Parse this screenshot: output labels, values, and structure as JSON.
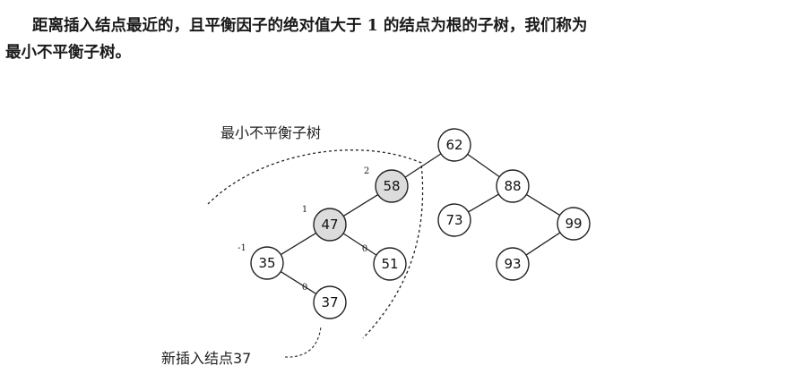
{
  "text": {
    "line1": "距离插入结点最近的，且平衡因子的绝对值大于 1 的结点为根的子树，我们称为",
    "line2": "最小不平衡子树。"
  },
  "diagram": {
    "subtree_label": "最小不平衡子树",
    "insert_label": "新插入结点37",
    "nodes": [
      {
        "id": "n62",
        "value": "62",
        "balance": "",
        "shaded": false
      },
      {
        "id": "n58",
        "value": "58",
        "balance": "2",
        "shaded": true
      },
      {
        "id": "n88",
        "value": "88",
        "balance": "",
        "shaded": false
      },
      {
        "id": "n47",
        "value": "47",
        "balance": "1",
        "shaded": true
      },
      {
        "id": "n73",
        "value": "73",
        "balance": "",
        "shaded": false
      },
      {
        "id": "n99",
        "value": "99",
        "balance": "",
        "shaded": false
      },
      {
        "id": "n35",
        "value": "35",
        "balance": "-1",
        "shaded": false
      },
      {
        "id": "n51",
        "value": "51",
        "balance": "0",
        "shaded": false
      },
      {
        "id": "n93",
        "value": "93",
        "balance": "",
        "shaded": false
      },
      {
        "id": "n37",
        "value": "37",
        "balance": "0",
        "shaded": false
      }
    ],
    "edges": [
      [
        "n62",
        "n58"
      ],
      [
        "n62",
        "n88"
      ],
      [
        "n58",
        "n47"
      ],
      [
        "n88",
        "n73"
      ],
      [
        "n88",
        "n99"
      ],
      [
        "n47",
        "n35"
      ],
      [
        "n47",
        "n51"
      ],
      [
        "n99",
        "n93"
      ],
      [
        "n35",
        "n37"
      ]
    ]
  }
}
